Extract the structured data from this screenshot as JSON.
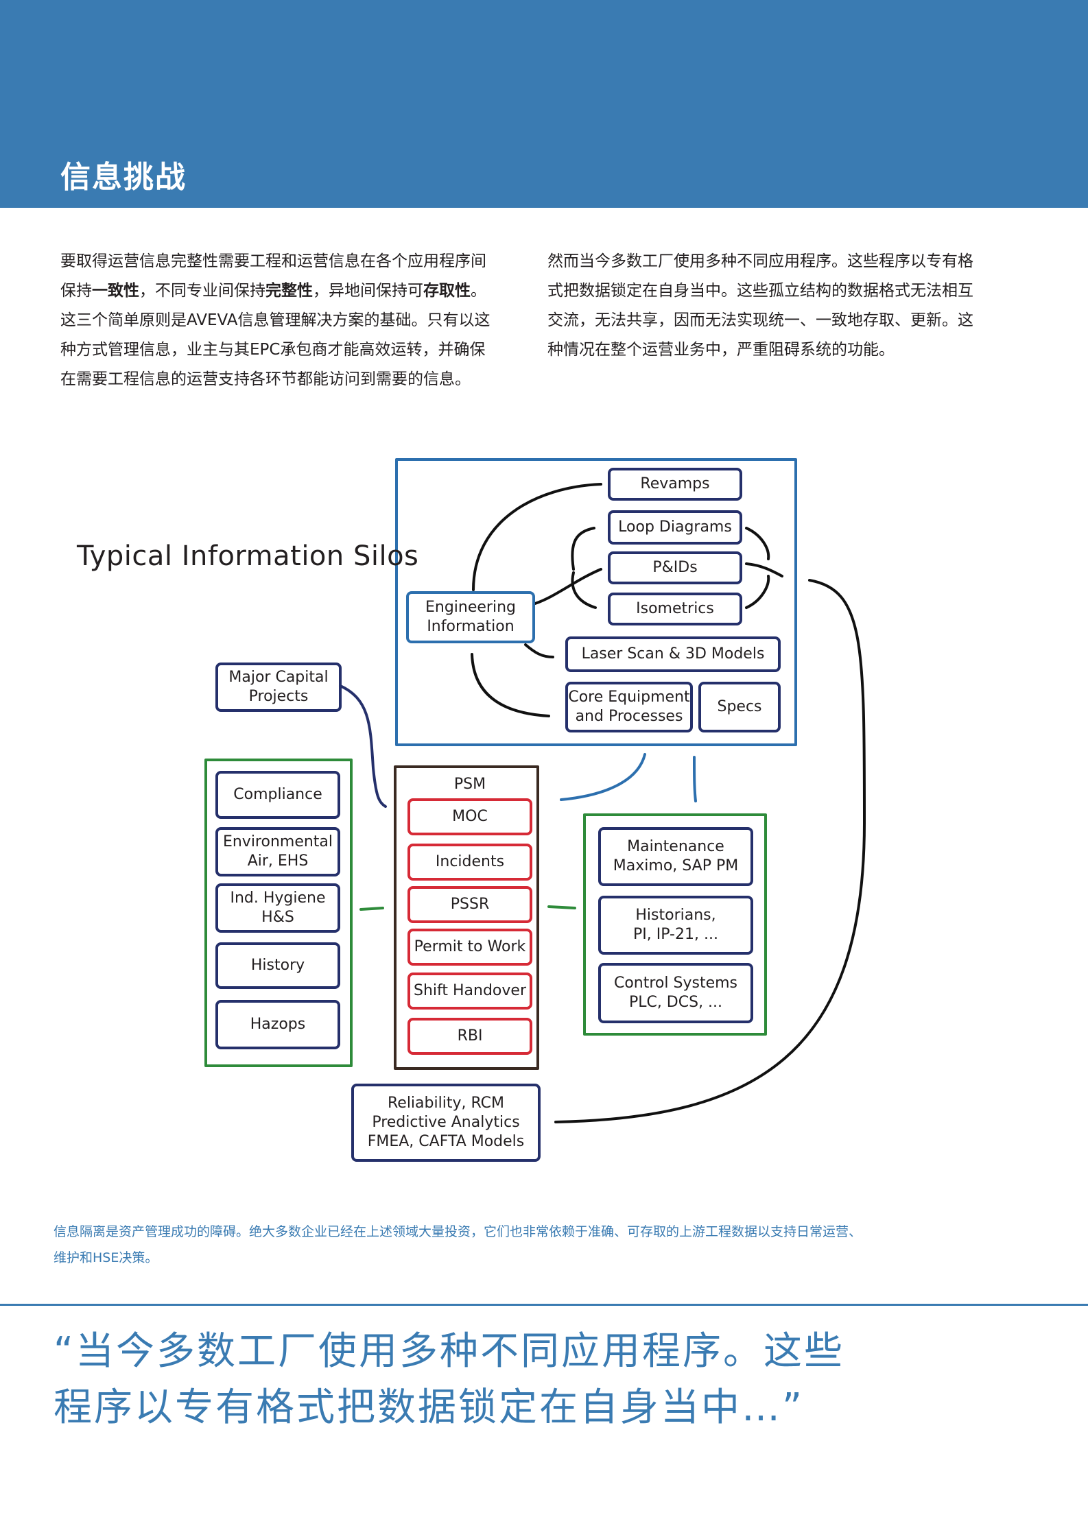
{
  "header": {
    "title": "信息挑战",
    "band_color": "#3a7bb2"
  },
  "intro": {
    "left": {
      "p1": "要取得运营信息完整性需要工程和运营信息在各个应用程序间",
      "p2a": "保持",
      "p2b": "一致性",
      "p2c": "，不同专业间保持",
      "p2d": "完整性",
      "p2e": "，异地间保持可",
      "p2f": "存取性",
      "p2g": "。",
      "p3": "这三个简单原则是AVEVA信息管理解决方案的基础。只有以这",
      "p4": "种方式管理信息，业主与其EPC承包商才能高效运转，并确保",
      "p5": "在需要工程信息的运营支持各环节都能访问到需要的信息。"
    },
    "right": {
      "l1": "然而当今多数工厂使用多种不同应用程序。这些程序以专有格",
      "l2": "式把数据锁定在自身当中。这些孤立结构的数据格式无法相互",
      "l3": "交流，无法共享，因而无法实现统一、一致地存取、更新。这",
      "l4": "种情况在整个运营业务中，严重阻碍系统的功能。"
    }
  },
  "diagram": {
    "title": "Typical Information Silos",
    "colors": {
      "blue": "#2c6fae",
      "navy": "#25306b",
      "green": "#2e8b3a",
      "red": "#d62a36",
      "dark": "#3a2a22",
      "line": "#111111"
    },
    "engineering_group": {
      "center": "Engineering\nInformation",
      "items": [
        "Revamps",
        "Loop Diagrams",
        "P&IDs",
        "Isometrics",
        "Laser Scan & 3D Models",
        "Core Equipment\nand Processes",
        "Specs"
      ]
    },
    "major_capital": "Major Capital\nProjects",
    "compliance_group": [
      "Compliance",
      "Environmental\nAir, EHS",
      "Ind. Hygiene\nH&S",
      "History",
      "Hazops"
    ],
    "psm_group": {
      "header": "PSM",
      "items": [
        "MOC",
        "Incidents",
        "PSSR",
        "Permit to Work",
        "Shift Handover",
        "RBI"
      ]
    },
    "maintenance_group": [
      "Maintenance\nMaximo, SAP PM",
      "Historians,\nPI, IP-21, ...",
      "Control Systems\nPLC, DCS, ..."
    ],
    "reliability": "Reliability, RCM\nPredictive Analytics\nFMEA, CAFTA Models"
  },
  "caption": {
    "l1": "信息隔离是资产管理成功的障碍。绝大多数企业已经在上述领域大量投资，它们也非常依赖于准确、可存取的上游工程数据以支持日常运营、",
    "l2": "维护和HSE决策。"
  },
  "quote": {
    "line1": "“当今多数工厂使用多种不同应用程序。这些",
    "line2": "程序以专有格式把数据锁定在自身当中…”"
  }
}
